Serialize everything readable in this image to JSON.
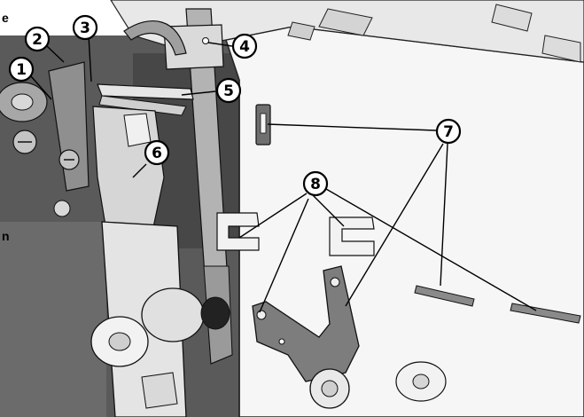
{
  "figure": {
    "callouts": [
      {
        "number": "1"
      },
      {
        "number": "2"
      },
      {
        "number": "3"
      },
      {
        "number": "4"
      },
      {
        "number": "5"
      },
      {
        "number": "6"
      },
      {
        "number": "7"
      },
      {
        "number": "8"
      }
    ],
    "edge_fragments": {
      "top_left": "e",
      "left_mid": "n"
    }
  }
}
